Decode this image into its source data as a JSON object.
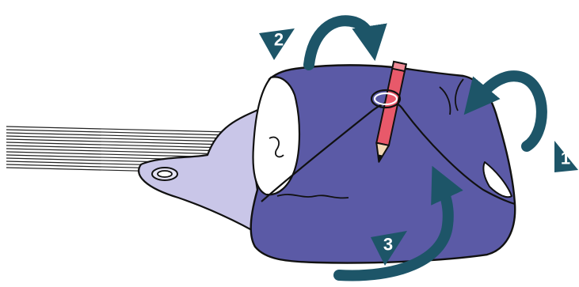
{
  "colors": {
    "fabric": "#5b5aa6",
    "fabric_light": "#c9c6e8",
    "arrow": "#1d5568",
    "pencil": "#e8596a",
    "outline": "#111111",
    "background": "#ffffff"
  },
  "steps": [
    {
      "label": "1",
      "arrow_icon": "curved-arrow-icon"
    },
    {
      "label": "2",
      "arrow_icon": "curved-arrow-icon"
    },
    {
      "label": "3",
      "arrow_icon": "curved-arrow-icon"
    }
  ],
  "objects": {
    "pencil": "pencil-icon",
    "fabric": "wrapped-fabric-bundle",
    "cords": "parallel-cords"
  }
}
